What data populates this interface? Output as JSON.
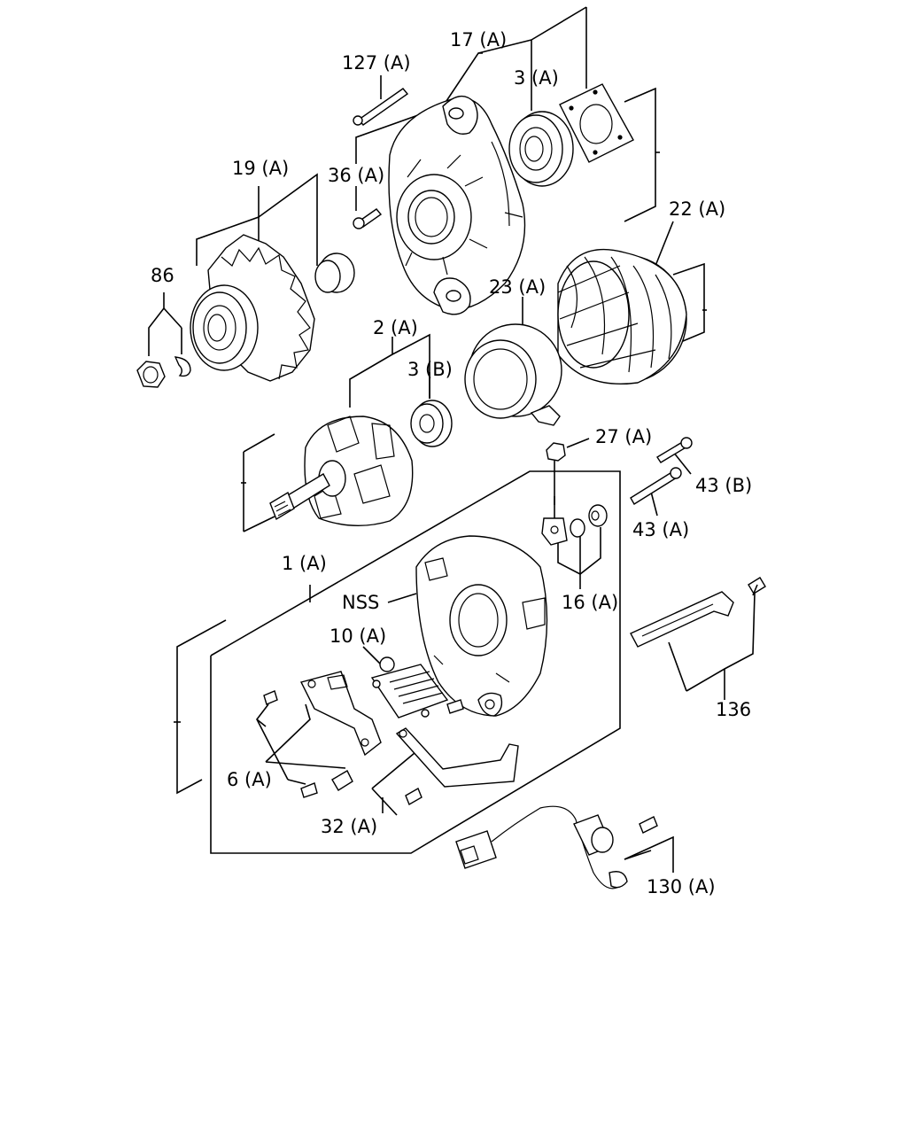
{
  "diagram": {
    "labels": {
      "p17a": "17 (A)",
      "p127a": "127 (A)",
      "p3a": "3 (A)",
      "p36a": "36 (A)",
      "p19a": "19 (A)",
      "p22a": "22 (A)",
      "p86": "86",
      "p23a": "23 (A)",
      "p2a": "2 (A)",
      "p3b": "3 (B)",
      "p27a": "27 (A)",
      "p43b": "43 (B)",
      "p43a": "43 (A)",
      "p1a": "1 (A)",
      "pnss": "NSS",
      "p16a": "16 (A)",
      "p10a": "10 (A)",
      "p136": "136",
      "p6a": "6 (A)",
      "p32a": "32 (A)",
      "p130a": "130 (A)"
    }
  }
}
